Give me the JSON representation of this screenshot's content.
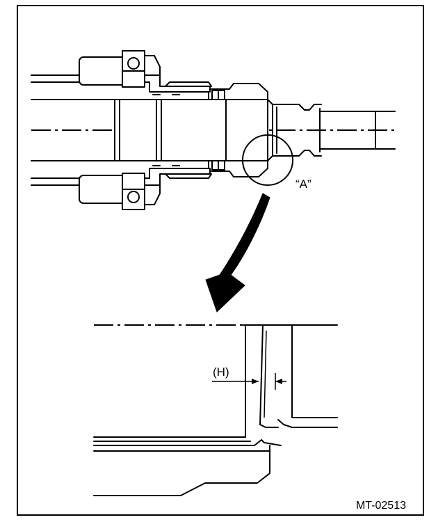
{
  "figure": {
    "callout_label": "“A”",
    "dimension_label": "(H)",
    "figure_code": "MT-02513"
  }
}
